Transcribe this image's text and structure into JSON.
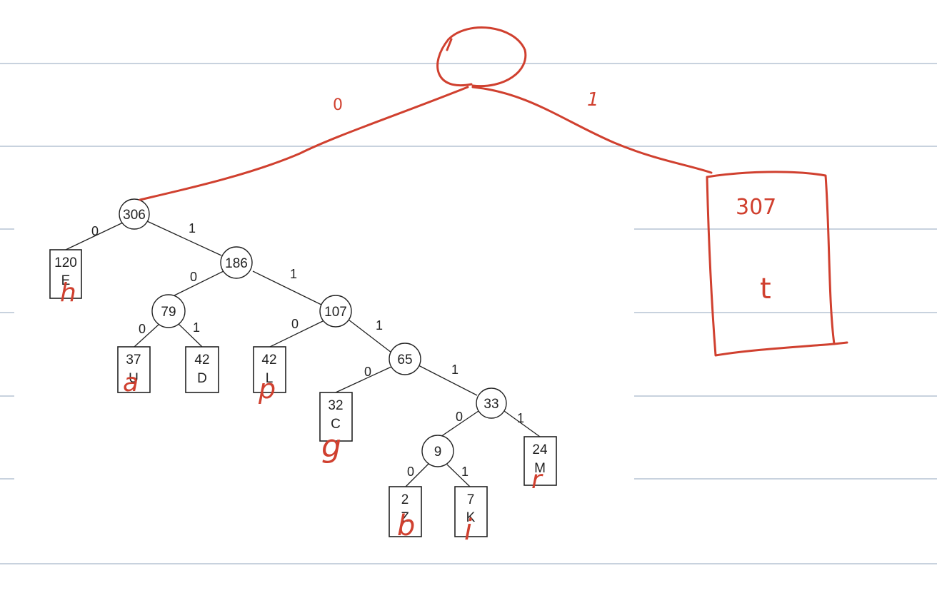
{
  "tree": {
    "internal": [
      {
        "id": "n306",
        "label": "306"
      },
      {
        "id": "n186",
        "label": "186"
      },
      {
        "id": "n79",
        "label": "79"
      },
      {
        "id": "n107",
        "label": "107"
      },
      {
        "id": "n65",
        "label": "65"
      },
      {
        "id": "n33",
        "label": "33"
      },
      {
        "id": "n9",
        "label": "9"
      }
    ],
    "leaves": [
      {
        "id": "l120",
        "weight": "120",
        "letter": "E",
        "annotation": "h"
      },
      {
        "id": "l37",
        "weight": "37",
        "letter": "U",
        "annotation": "a"
      },
      {
        "id": "l42d",
        "weight": "42",
        "letter": "D",
        "annotation": ""
      },
      {
        "id": "l42l",
        "weight": "42",
        "letter": "L",
        "annotation": "p"
      },
      {
        "id": "l32",
        "weight": "32",
        "letter": "C",
        "annotation": "g"
      },
      {
        "id": "l24",
        "weight": "24",
        "letter": "M",
        "annotation": "r"
      },
      {
        "id": "l2",
        "weight": "2",
        "letter": "Z",
        "annotation": "b"
      },
      {
        "id": "l7",
        "weight": "7",
        "letter": "K",
        "annotation": "i"
      }
    ],
    "edge_labels": {
      "left": "0",
      "right": "1"
    }
  },
  "handwritten": {
    "root_left_label": "0",
    "root_right_label": "1",
    "new_leaf_weight": "307",
    "new_leaf_letter": "t"
  },
  "colors": {
    "ink": "#d0402f",
    "ruling": "#b5c3d3",
    "tree": "#222222"
  }
}
